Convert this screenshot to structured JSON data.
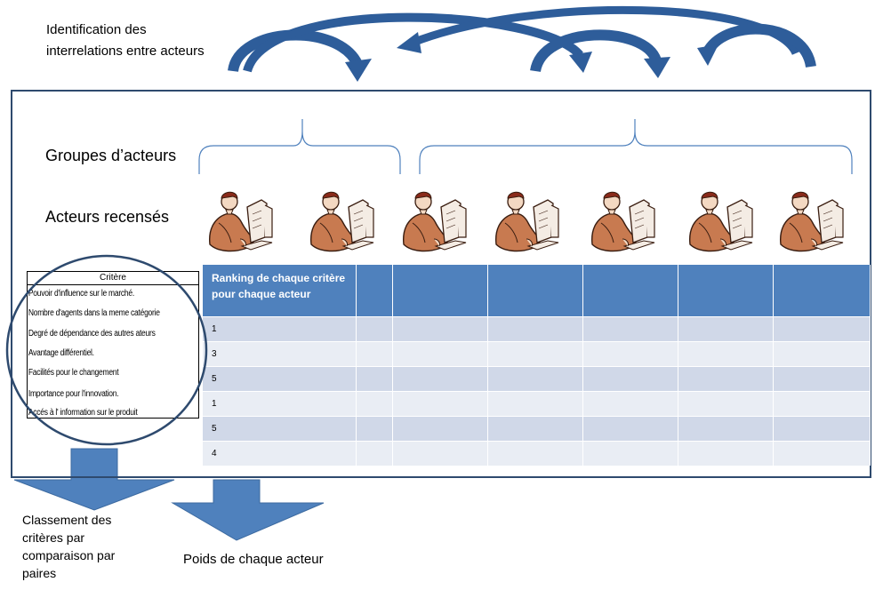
{
  "title": "Identification des interrelations entre acteurs",
  "groupes_label": "Groupes d’acteurs",
  "acteurs_label": "Acteurs recensés",
  "criteria": {
    "header": "Critère",
    "items": [
      "Pouvoir d'influence sur le marché.",
      "Nombre d'agents dans la meme catégorie",
      "Degré de dépendance des autres ateurs",
      "Avantage différentiel.",
      "Facilités pour le changement",
      "Importance pour l'innovation.",
      "Accés à l' information sur le produit"
    ]
  },
  "table": {
    "header": "Ranking de chaque critère pour chaque acteur",
    "rows": [
      "1",
      "3",
      "5",
      "1",
      "5",
      "4"
    ]
  },
  "classement_label": "Classement des critères par comparaison par paires",
  "poids_label": "Poids de chaque acteur",
  "colors": {
    "arrow": "#2e5d9a",
    "frame": "#2e4a6e",
    "table_header": "#4f81bd",
    "row_dark": "#d0d8e8",
    "row_light": "#e9edf4",
    "figure": "#c87a50"
  },
  "icons": [
    "person-at-computer-icon",
    "person-at-computer-icon",
    "person-at-computer-icon",
    "person-at-computer-icon",
    "person-at-computer-icon",
    "person-at-computer-icon",
    "person-at-computer-icon"
  ]
}
